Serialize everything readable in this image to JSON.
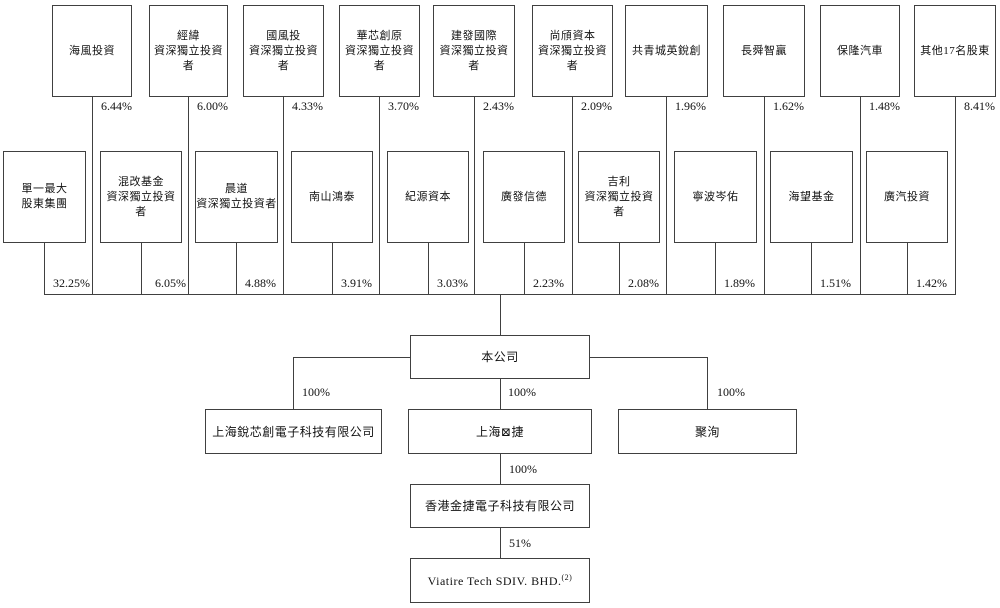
{
  "row1": [
    {
      "name": "海風投資",
      "percent": "6.44%"
    },
    {
      "name": "經緯\n資深獨立投資者",
      "percent": "6.00%"
    },
    {
      "name": "國風投\n資深獨立投資者",
      "percent": "4.33%"
    },
    {
      "name": "華芯創原\n資深獨立投資者",
      "percent": "3.70%"
    },
    {
      "name": "建發國際\n資深獨立投資者",
      "percent": "2.43%"
    },
    {
      "name": "尚頎資本\n資深獨立投資者",
      "percent": "2.09%"
    },
    {
      "name": "共青城英銳創",
      "percent": "1.96%"
    },
    {
      "name": "長舜智贏",
      "percent": "1.62%"
    },
    {
      "name": "保隆汽車",
      "percent": "1.48%"
    },
    {
      "name": "其他17名股東",
      "percent": "8.41%"
    }
  ],
  "row2": [
    {
      "name": "單一最大\n股東集團",
      "percent": "32.25%"
    },
    {
      "name": "混改基金\n資深獨立投資者",
      "percent": "6.05%"
    },
    {
      "name": "晨道\n資深獨立投資者",
      "percent": "4.88%"
    },
    {
      "name": "南山鴻泰",
      "percent": "3.91%"
    },
    {
      "name": "紀源資本",
      "percent": "3.03%"
    },
    {
      "name": "廣發信德",
      "percent": "2.23%"
    },
    {
      "name": "吉利\n資深獨立投資者",
      "percent": "2.08%"
    },
    {
      "name": "寧波岑佑",
      "percent": "1.89%"
    },
    {
      "name": "海望基金",
      "percent": "1.51%"
    },
    {
      "name": "廣汽投資",
      "percent": "1.42%"
    }
  ],
  "company": {
    "name": "本公司"
  },
  "subsidiaries": [
    {
      "name": "上海銳芯創電子科技有限公司",
      "percent": "100%"
    },
    {
      "name": "上海⊠捷",
      "percent": "100%"
    },
    {
      "name": "聚洵",
      "percent": "100%"
    }
  ],
  "chain": [
    {
      "name": "香港金捷電子科技有限公司",
      "percent": "100%"
    },
    {
      "name": "Viatire Tech SDIV. BHD.",
      "superscript": "(2)",
      "percent": "51%"
    }
  ],
  "colors": {
    "line": "#404040",
    "text": "#111111",
    "background": "#ffffff"
  }
}
